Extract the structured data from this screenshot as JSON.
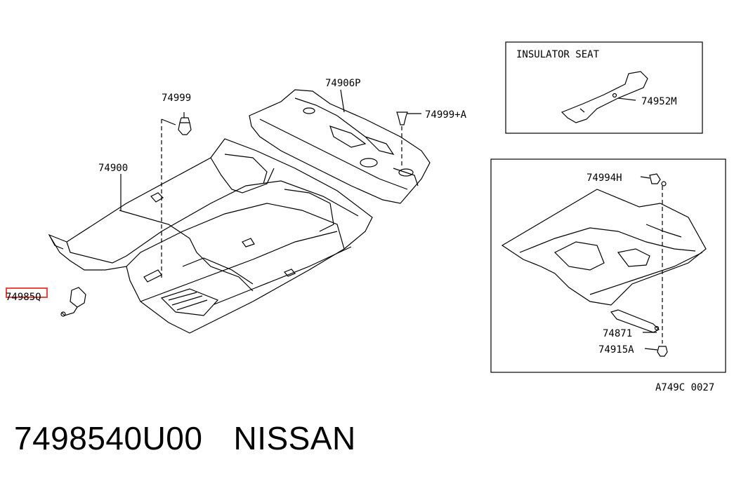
{
  "labels": {
    "p74999": "74999",
    "p74906P": "74906P",
    "p74999A": "74999+A",
    "p74900": "74900",
    "p74985Q": "74985Q",
    "p74952M": "74952M",
    "p74994H": "74994H",
    "p74871": "74871",
    "p74915A": "74915A",
    "insulator_seat": "INSULATOR SEAT",
    "figure_code": "A749C 0027"
  },
  "title": {
    "part_number": "7498540U00",
    "brand": "NISSAN"
  },
  "colors": {
    "highlight": "#e8352a",
    "line": "#000000"
  }
}
